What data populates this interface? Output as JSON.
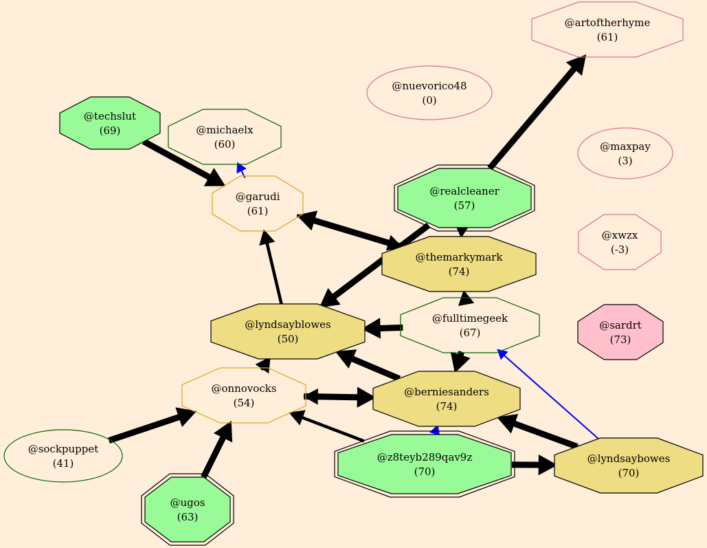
{
  "colors": {
    "background": "#ffeeda",
    "green_fill": "#98fb98",
    "tan_fill": "#eedd82",
    "pink_fill": "#ffc0cb",
    "green_border": "#006400",
    "gold_border": "#daa520",
    "pink_border": "#db7093",
    "blue_edge": "#0000ff",
    "black_edge": "#000000"
  },
  "nodes": [
    {
      "id": "artoftherhyme",
      "name": "@artoftherhyme",
      "score": "(61)",
      "shape": "octagon",
      "fill": "none",
      "border": "#db7093"
    },
    {
      "id": "nuevorico48",
      "name": "@nuevorico48",
      "score": "(0)",
      "shape": "ellipse",
      "fill": "none",
      "border": "#db7093"
    },
    {
      "id": "maxpay",
      "name": "@maxpay",
      "score": "(3)",
      "shape": "ellipse",
      "fill": "none",
      "border": "#db7093"
    },
    {
      "id": "xwzx",
      "name": "@xwzx",
      "score": "(-3)",
      "shape": "octagon",
      "fill": "none",
      "border": "#db7093"
    },
    {
      "id": "sardrt",
      "name": "@sardrt",
      "score": "(73)",
      "shape": "octagon",
      "fill": "#ffc0cb",
      "border": "#000000"
    },
    {
      "id": "techslut",
      "name": "@techslut",
      "score": "(69)",
      "shape": "octagon",
      "fill": "#98fb98",
      "border": "#000000"
    },
    {
      "id": "michaelx",
      "name": "@michaelx",
      "score": "(60)",
      "shape": "octagon",
      "fill": "none",
      "border": "#006400"
    },
    {
      "id": "garudi",
      "name": "@garudi",
      "score": "(61)",
      "shape": "octagon",
      "fill": "none",
      "border": "#daa520"
    },
    {
      "id": "realcleaner",
      "name": "@realcleaner",
      "score": "(57)",
      "shape": "doubleoctagon",
      "fill": "#98fb98",
      "border": "#000000"
    },
    {
      "id": "themarkymark",
      "name": "@themarkymark",
      "score": "(74)",
      "shape": "octagon",
      "fill": "#eedd82",
      "border": "#000000"
    },
    {
      "id": "fulltimegeek",
      "name": "@fulltimegeek",
      "score": "(67)",
      "shape": "octagon",
      "fill": "none",
      "border": "#006400"
    },
    {
      "id": "lyndsayblowes",
      "name": "@lyndsayblowes",
      "score": "(50)",
      "shape": "octagon",
      "fill": "#eedd82",
      "border": "#000000"
    },
    {
      "id": "onnovocks",
      "name": "@onnovocks",
      "score": "(54)",
      "shape": "octagon",
      "fill": "none",
      "border": "#daa520"
    },
    {
      "id": "berniesanders",
      "name": "@berniesanders",
      "score": "(74)",
      "shape": "octagon",
      "fill": "#eedd82",
      "border": "#000000"
    },
    {
      "id": "sockpuppet",
      "name": "@sockpuppet",
      "score": "(41)",
      "shape": "ellipse",
      "fill": "none",
      "border": "#006400"
    },
    {
      "id": "z8teyb289qav9z",
      "name": "@z8teyb289qav9z",
      "score": "(70)",
      "shape": "doubleoctagon",
      "fill": "#98fb98",
      "border": "#000000"
    },
    {
      "id": "lyndsaybowes",
      "name": "@lyndsaybowes",
      "score": "(70)",
      "shape": "octagon",
      "fill": "#eedd82",
      "border": "#000000"
    },
    {
      "id": "ugos",
      "name": "@ugos",
      "score": "(63)",
      "shape": "doubleoctagon",
      "fill": "#98fb98",
      "border": "#000000"
    }
  ],
  "edges": [
    {
      "from": "techslut",
      "to": "garudi",
      "color": "#000000",
      "weight": "heavy"
    },
    {
      "from": "garudi",
      "to": "michaelx",
      "color": "#0000ff",
      "weight": "thin"
    },
    {
      "from": "realcleaner",
      "to": "artoftherhyme",
      "color": "#000000",
      "weight": "heavy"
    },
    {
      "from": "realcleaner",
      "to": "themarkymark",
      "color": "#000000",
      "weight": "medium"
    },
    {
      "from": "realcleaner",
      "to": "lyndsayblowes",
      "color": "#000000",
      "weight": "heavy"
    },
    {
      "from": "garudi",
      "to": "themarkymark",
      "color": "#000000",
      "weight": "medium"
    },
    {
      "from": "themarkymark",
      "to": "garudi",
      "color": "#000000",
      "weight": "heavy"
    },
    {
      "from": "fulltimegeek",
      "to": "themarkymark",
      "color": "#000000",
      "weight": "medium"
    },
    {
      "from": "lyndsayblowes",
      "to": "garudi",
      "color": "#000000",
      "weight": "medium"
    },
    {
      "from": "fulltimegeek",
      "to": "lyndsayblowes",
      "color": "#000000",
      "weight": "heavy"
    },
    {
      "from": "fulltimegeek",
      "to": "berniesanders",
      "color": "#000000",
      "weight": "heavy"
    },
    {
      "from": "onnovocks",
      "to": "lyndsayblowes",
      "color": "#000000",
      "weight": "medium"
    },
    {
      "from": "berniesanders",
      "to": "lyndsayblowes",
      "color": "#000000",
      "weight": "heavy"
    },
    {
      "from": "onnovocks",
      "to": "berniesanders",
      "color": "#000000",
      "weight": "heavy"
    },
    {
      "from": "berniesanders",
      "to": "onnovocks",
      "color": "#000000",
      "weight": "medium"
    },
    {
      "from": "sockpuppet",
      "to": "onnovocks",
      "color": "#000000",
      "weight": "heavy"
    },
    {
      "from": "z8teyb289qav9z",
      "to": "onnovocks",
      "color": "#000000",
      "weight": "medium"
    },
    {
      "from": "ugos",
      "to": "onnovocks",
      "color": "#000000",
      "weight": "heavy"
    },
    {
      "from": "z8teyb289qav9z",
      "to": "berniesanders",
      "color": "#0000ff",
      "weight": "thin"
    },
    {
      "from": "z8teyb289qav9z",
      "to": "lyndsaybowes",
      "color": "#000000",
      "weight": "heavy"
    },
    {
      "from": "lyndsaybowes",
      "to": "berniesanders",
      "color": "#000000",
      "weight": "heavy"
    },
    {
      "from": "lyndsaybowes",
      "to": "fulltimegeek",
      "color": "#0000ff",
      "weight": "thin"
    }
  ]
}
